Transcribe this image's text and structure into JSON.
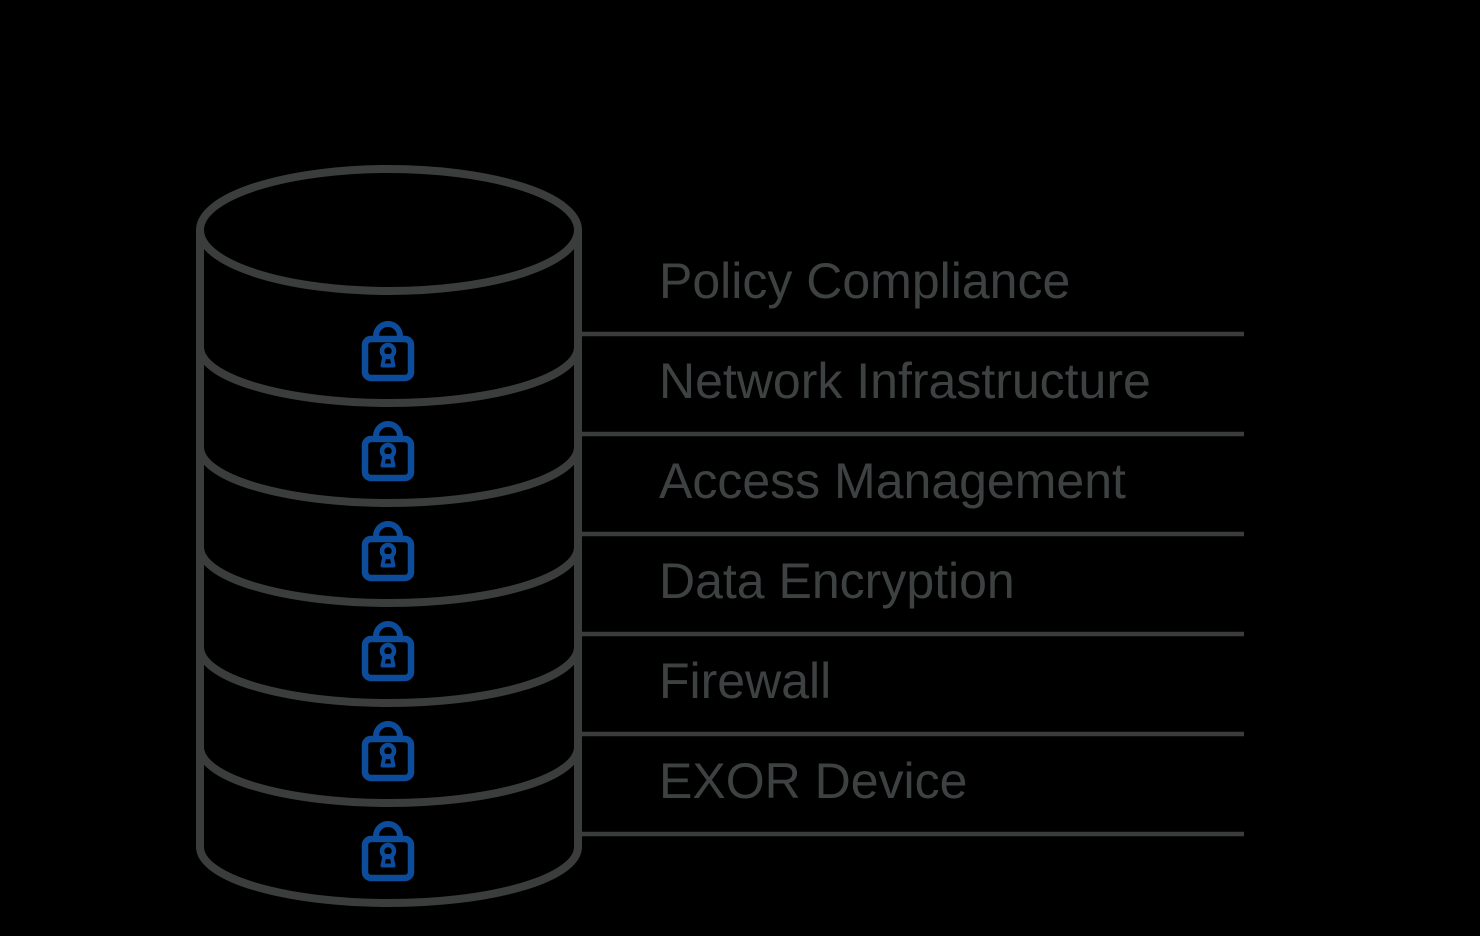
{
  "diagram": {
    "type": "layered-security-stack",
    "description": "Stacked database cylinder with a padlock on each layer and labeled separator lines",
    "colors": {
      "background": "#000000",
      "outline": "#3B3D3D",
      "separator_line": "#3B3D3D",
      "label_text": "#3E4142",
      "lock": "#0D4C9A"
    },
    "icon_legend": {
      "padlock": "security lock on each layer"
    },
    "layers": [
      {
        "label": "Policy Compliance",
        "icon": "padlock-icon"
      },
      {
        "label": "Network Infrastructure",
        "icon": "padlock-icon"
      },
      {
        "label": "Access Management",
        "icon": "padlock-icon"
      },
      {
        "label": "Data Encryption",
        "icon": "padlock-icon"
      },
      {
        "label": "Firewall",
        "icon": "padlock-icon"
      },
      {
        "label": "EXOR Device",
        "icon": "padlock-icon"
      }
    ]
  }
}
